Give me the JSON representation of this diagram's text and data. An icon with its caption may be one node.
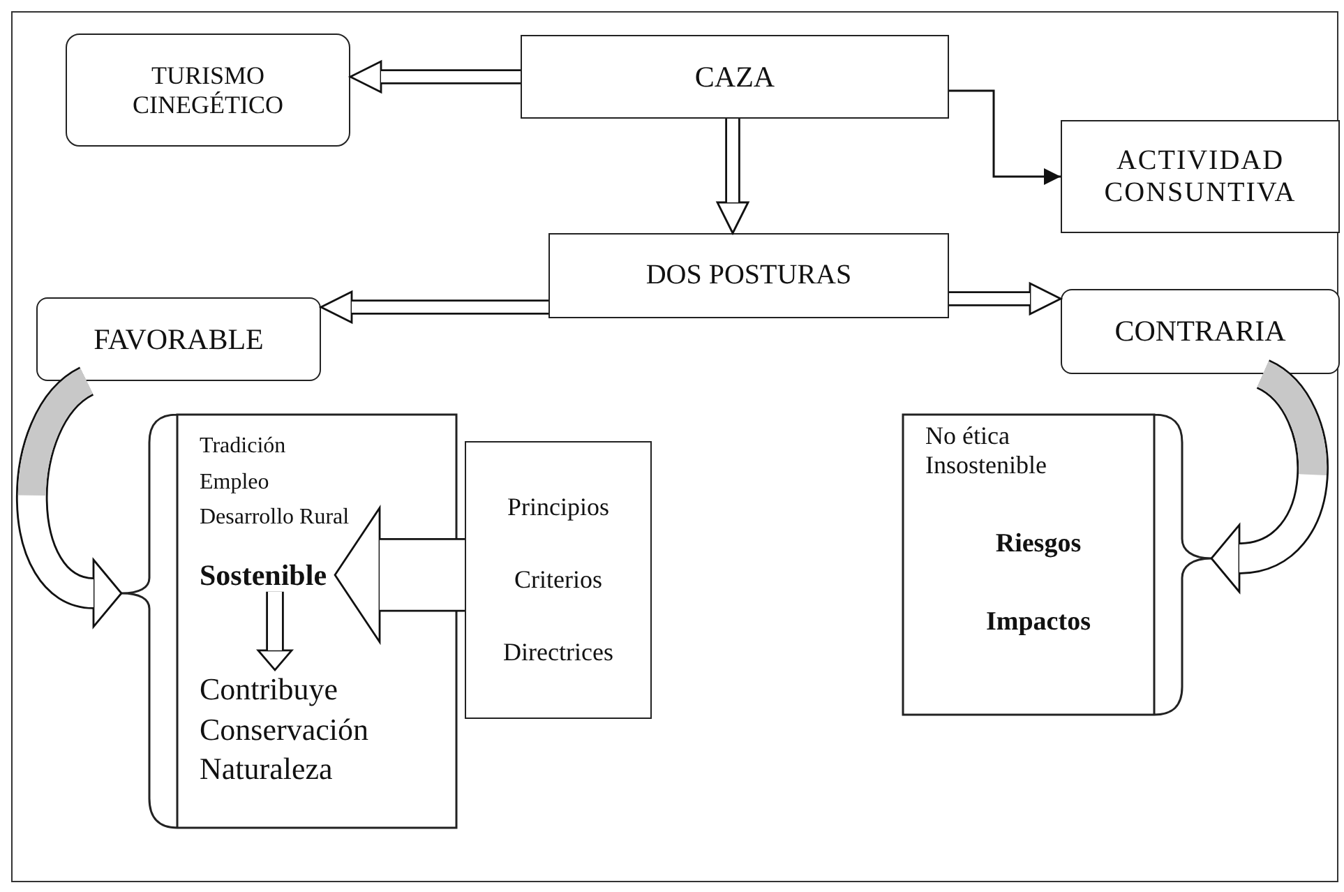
{
  "diagram": {
    "nodes": [
      {
        "text": [
          "TURISMO CINEGÉTICO"
        ]
      },
      {
        "text": [
          "CAZA"
        ]
      },
      {
        "text": [
          "ACTIVIDAD CONSUNTIVA"
        ]
      },
      {
        "text": [
          "DOS POSTURAS"
        ]
      },
      {
        "text": [
          "FAVORABLE"
        ]
      },
      {
        "text": [
          "CONTRARIA"
        ]
      },
      {
        "text": [
          "Tradición",
          "Empleo",
          "Desarrollo Rural"
        ]
      },
      {
        "text": [
          "Sostenible"
        ],
        "in": 6
      },
      {
        "text": [
          "Contribuye Conservación Naturaleza"
        ],
        "in": 6
      },
      {
        "text": [
          "Principios",
          "Criterios",
          "Directrices"
        ]
      },
      {
        "text": [
          "No ética",
          "Insostenible",
          "Riesgos",
          "Impactos"
        ]
      }
    ],
    "edges": [
      {
        "from": 1,
        "to": 0,
        "arrow": "to"
      },
      {
        "from": 1,
        "to": 2,
        "arrow": "to"
      },
      {
        "from": 1,
        "to": 3,
        "arrow": "to"
      },
      {
        "from": 3,
        "to": 4,
        "arrow": "to"
      },
      {
        "from": 3,
        "to": 5,
        "arrow": "to"
      },
      {
        "from": 4,
        "to": 6,
        "arrow": "to",
        "style": "thick"
      },
      {
        "from": 9,
        "to": 7,
        "arrow": "to",
        "style": "thick"
      },
      {
        "from": 7,
        "to": 8,
        "arrow": "to"
      },
      {
        "from": 5,
        "to": 10,
        "arrow": "to",
        "style": "thick"
      }
    ]
  }
}
